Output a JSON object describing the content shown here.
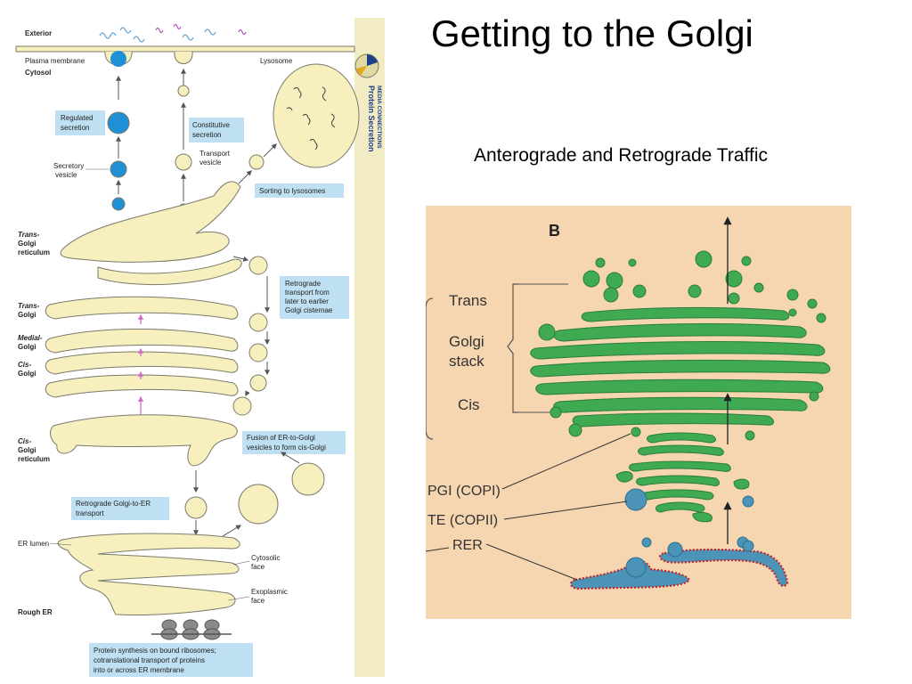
{
  "slide": {
    "title": "Getting to the Golgi",
    "subtitle": "Anterograde and Retrograde Traffic"
  },
  "left_figure": {
    "labels": {
      "exterior": "Exterior",
      "plasma_membrane": "Plasma membrane",
      "cytosol": "Cytosol",
      "lysosome": "Lysosome",
      "secretory_vesicle_1": "Secretory",
      "secretory_vesicle_2": "vesicle",
      "transport_vesicle_1": "Transport",
      "transport_vesicle_2": "vesicle",
      "trans_golgi_reticulum_1": "Trans-",
      "trans_golgi_reticulum_2": "Golgi",
      "trans_golgi_reticulum_3": "reticulum",
      "trans_golgi_1": "Trans-",
      "trans_golgi_2": "Golgi",
      "medial_golgi_1": "Medial-",
      "medial_golgi_2": "Golgi",
      "cis_golgi_1": "Cis-",
      "cis_golgi_2": "Golgi",
      "cis_golgi_reticulum_1": "Cis-",
      "cis_golgi_reticulum_2": "Golgi",
      "cis_golgi_reticulum_3": "reticulum",
      "er_lumen": "ER lumen",
      "cytosolic_face_1": "Cytosolic",
      "cytosolic_face_2": "face",
      "exoplasmic_face_1": "Exoplasmic",
      "exoplasmic_face_2": "face",
      "rough_er": "Rough ER"
    },
    "boxes": {
      "regulated_1": "Regulated",
      "regulated_2": "secretion",
      "constitutive_1": "Constitutive",
      "constitutive_2": "secretion",
      "sorting": "Sorting to lysosomes",
      "retro_1": "Retrograde",
      "retro_2": "transport from",
      "retro_3": "later to earlier",
      "retro_4": "Golgi cisternae",
      "fusion_1": "Fusion of ER-to-Golgi",
      "fusion_2": "vesicles to form cis-Golgi",
      "retro_er_1": "Retrograde Golgi-to-ER",
      "retro_er_2": "transport",
      "synthesis_1": "Protein synthesis on bound ribosomes;",
      "synthesis_2": "cotranslational transport of proteins",
      "synthesis_3": "into or across ER membrane"
    },
    "side_strip": {
      "line1": "MEDIA CONNECTIONS",
      "line2": "Protein Secretion"
    }
  },
  "right_figure": {
    "panel_letter": "B",
    "labels": {
      "trans": "Trans",
      "golgi_stack_1": "Golgi",
      "golgi_stack_2": "stack",
      "cis": "Cis",
      "pgi": "PGI (COPI)",
      "te": "TE (COPII)",
      "rer": "RER"
    }
  },
  "colors": {
    "membrane_fill": "#f7efbe",
    "membrane_stroke": "#7a7a6a",
    "box_fill": "#bfe0f2",
    "secretory_blue": "#1f8fd6",
    "arrow_pink": "#d070c8",
    "panel_bg": "#f5d6b0",
    "golgi_green": "#3faa52",
    "er_blue": "#4c93b8",
    "ribosome_red": "#c0262c"
  }
}
